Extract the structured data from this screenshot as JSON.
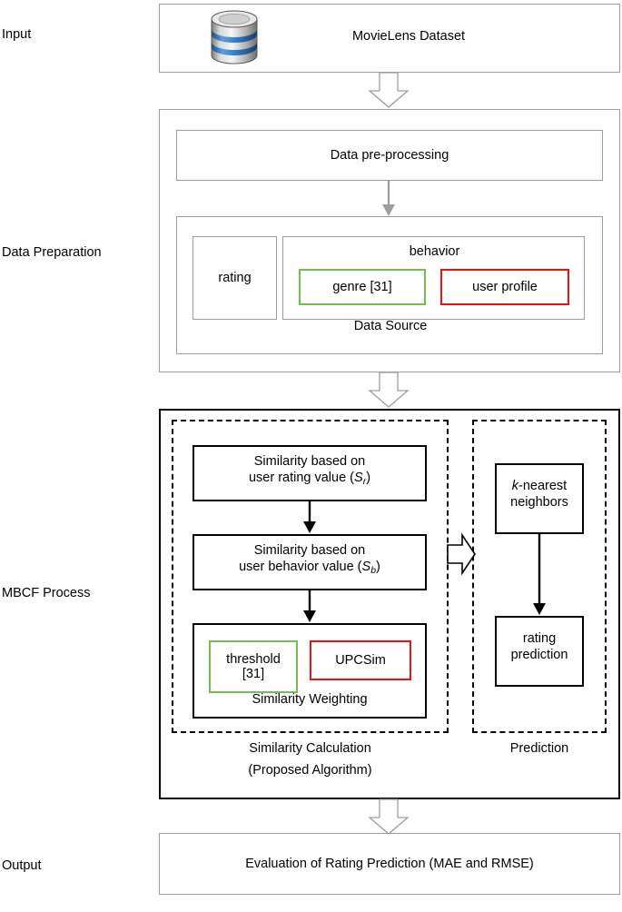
{
  "diagram": {
    "title": "MBCF recommendation framework flowchart",
    "row_labels": [
      {
        "id": "input",
        "label": "Input"
      },
      {
        "id": "data-preparation",
        "label": "Data Preparation"
      },
      {
        "id": "mbcf-process",
        "label": "MBCF Process"
      },
      {
        "id": "output",
        "label": "Output"
      }
    ],
    "input": {
      "dataset_label": "MovieLens Dataset",
      "db_icon": "database-cylinder-icon"
    },
    "data_preparation": {
      "preprocessing_label": "Data pre-processing",
      "data_source_label": "Data Source",
      "rating_label": "rating",
      "behavior_label": "behavior",
      "genre_label": "genre [31]",
      "user_profile_label": "user profile"
    },
    "mbcf": {
      "similarity_rating": {
        "line1": "Similarity based on",
        "line2_pre": "user rating value (",
        "line2_sym": "S",
        "line2_sub": "r",
        "line2_post": ")"
      },
      "similarity_behavior": {
        "line1": "Similarity based on",
        "line2_pre": "user behavior value (",
        "line2_sym": "S",
        "line2_sub": "b",
        "line2_post": ")"
      },
      "similarity_weighting_label": "Similarity Weighting",
      "threshold_label_line1": "threshold",
      "threshold_label_line2": "[31]",
      "upcsim_label": "UPCSim",
      "knn": {
        "line1_sym": "k",
        "line1_post": "-nearest",
        "line2": "neighbors"
      },
      "rating_prediction_line1": "rating",
      "rating_prediction_line2": "prediction",
      "similarity_calculation_line1": "Similarity Calculation",
      "similarity_calculation_line2": "(Proposed Algorithm)",
      "prediction_label": "Prediction"
    },
    "output": {
      "evaluation_label": "Evaluation of Rating Prediction (MAE and RMSE)"
    },
    "colors": {
      "green": "#77bb55",
      "red": "#ee1111",
      "gray_border": "#9d9d9d",
      "black": "#000000",
      "arrow_fill": "#ffffff",
      "arrow_stroke": "#9d9d9d"
    }
  }
}
